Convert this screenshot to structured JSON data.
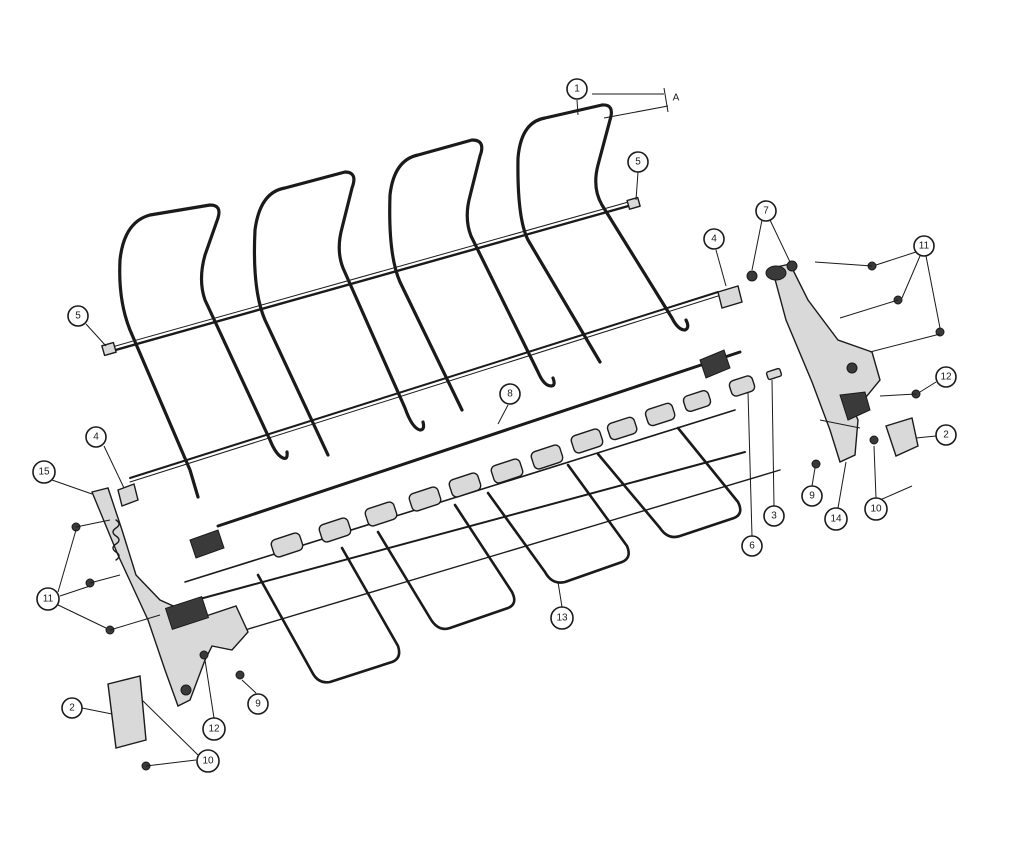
{
  "diagram": {
    "view_marker": "A",
    "callouts": [
      {
        "id": "c1",
        "label": "1"
      },
      {
        "id": "c5a",
        "label": "5"
      },
      {
        "id": "c5b",
        "label": "5"
      },
      {
        "id": "c4a",
        "label": "4"
      },
      {
        "id": "c7",
        "label": "7"
      },
      {
        "id": "c11a",
        "label": "11"
      },
      {
        "id": "c12a",
        "label": "12"
      },
      {
        "id": "c2a",
        "label": "2"
      },
      {
        "id": "c8",
        "label": "8"
      },
      {
        "id": "c4b",
        "label": "4"
      },
      {
        "id": "c15",
        "label": "15"
      },
      {
        "id": "c9a",
        "label": "9"
      },
      {
        "id": "c3",
        "label": "3"
      },
      {
        "id": "c6",
        "label": "6"
      },
      {
        "id": "c14",
        "label": "14"
      },
      {
        "id": "c10a",
        "label": "10"
      },
      {
        "id": "c11b",
        "label": "11"
      },
      {
        "id": "c13",
        "label": "13"
      },
      {
        "id": "c12b",
        "label": "12"
      },
      {
        "id": "c9b",
        "label": "9"
      },
      {
        "id": "c2b",
        "label": "2"
      },
      {
        "id": "c10b",
        "label": "10"
      }
    ]
  }
}
